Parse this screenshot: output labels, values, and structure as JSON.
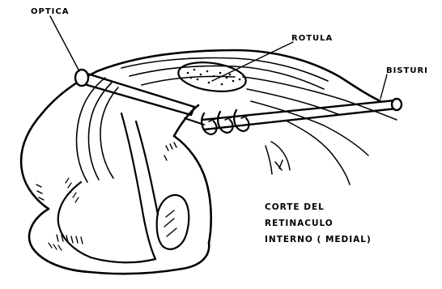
{
  "labels": {
    "optica": "OPTICA",
    "rotula": "ROTULA",
    "bisturi": "BISTURI"
  },
  "caption": {
    "line1": "CORTE DEL",
    "line2": "RETINACULO",
    "line3": "INTERNO ( MEDIAL)"
  }
}
